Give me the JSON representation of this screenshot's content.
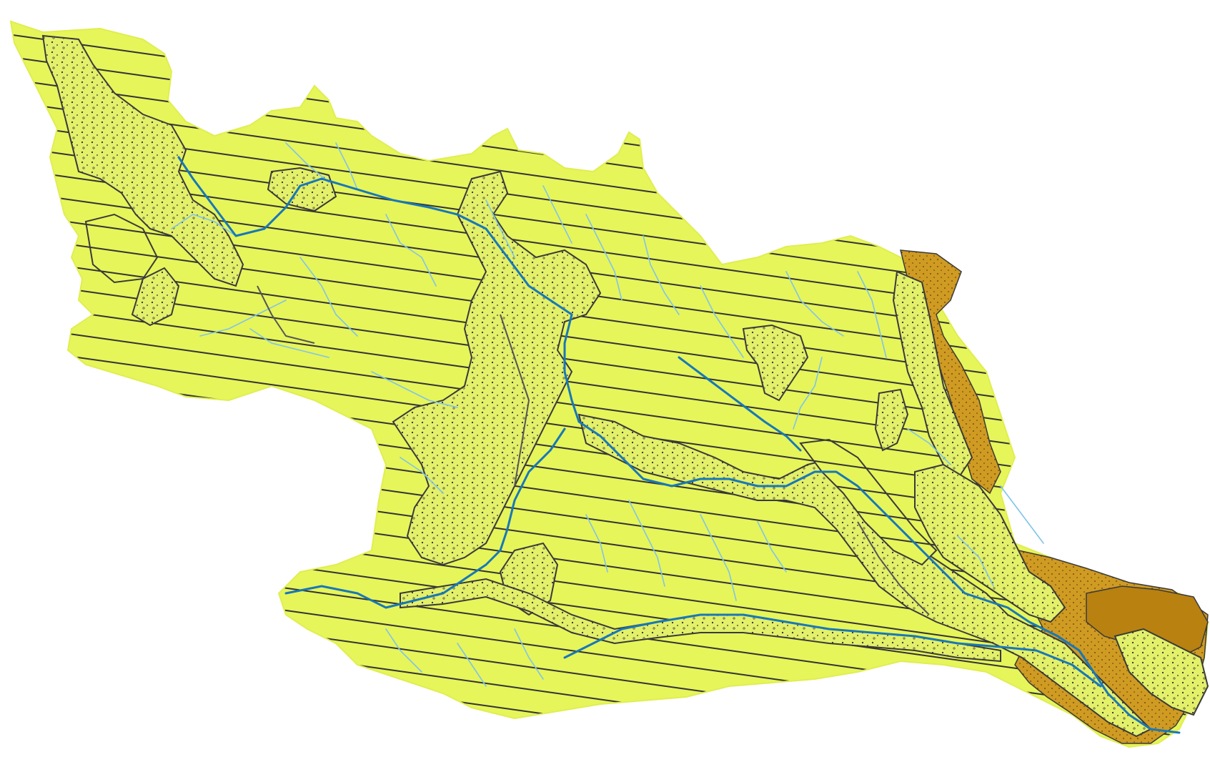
{
  "map": {
    "colors": {
      "background": "#ffffff",
      "basin_fill": "#e6f55a",
      "hatch_line": "#333333",
      "boundary": "#3a3a3a",
      "alluvium_fill": "#e3f069",
      "alluvium_dot": "#2a2a2a",
      "orange_fill": "#cf9b22",
      "orange_dark": "#b88110",
      "stream_main": "#1778b8",
      "stream_minor": "#7fc4ea"
    },
    "layers": [
      "basin-outline",
      "hatch-pattern",
      "alluvium-zones",
      "orange-zones",
      "minor-streams",
      "main-river"
    ]
  }
}
